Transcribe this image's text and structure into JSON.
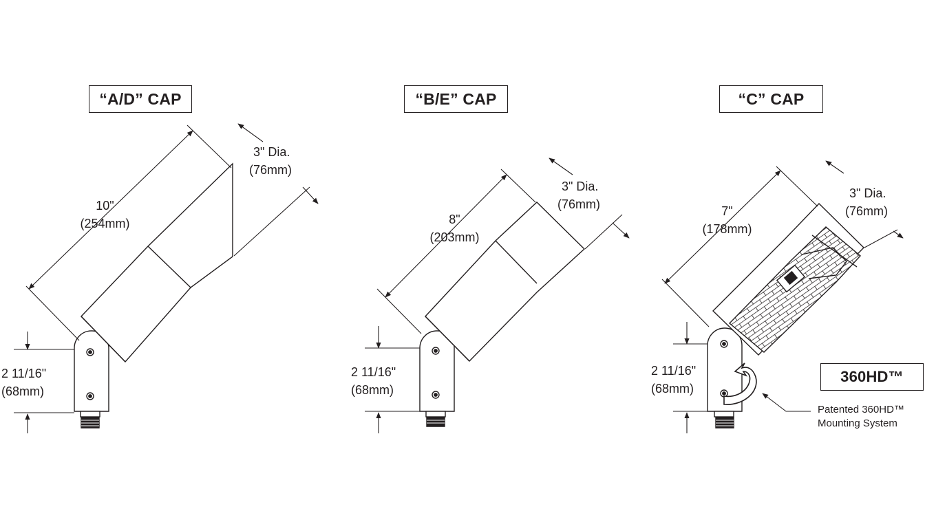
{
  "titles": {
    "ad_cap": "“A/D” CAP",
    "be_cap": "“B/E” CAP",
    "c_cap": "“C” CAP"
  },
  "fixture_ad": {
    "length_in": "10\"",
    "length_mm": "(254mm)",
    "dia_in": "3\" Dia.",
    "dia_mm": "(76mm)",
    "mount_in": "2 11/16\"",
    "mount_mm": "(68mm)"
  },
  "fixture_be": {
    "length_in": "8\"",
    "length_mm": "(203mm)",
    "dia_in": "3\" Dia.",
    "dia_mm": "(76mm)",
    "mount_in": "2 11/16\"",
    "mount_mm": "(68mm)"
  },
  "fixture_c": {
    "length_in": "7\"",
    "length_mm": "(178mm)",
    "dia_in": "3\" Dia.",
    "dia_mm": "(76mm)",
    "mount_in": "2 11/16\"",
    "mount_mm": "(68mm)"
  },
  "badge": "360HD™",
  "callout": {
    "line1": "Patented 360HD™",
    "line2": "Mounting System"
  },
  "colors": {
    "ink": "#231f20",
    "background": "#ffffff"
  }
}
